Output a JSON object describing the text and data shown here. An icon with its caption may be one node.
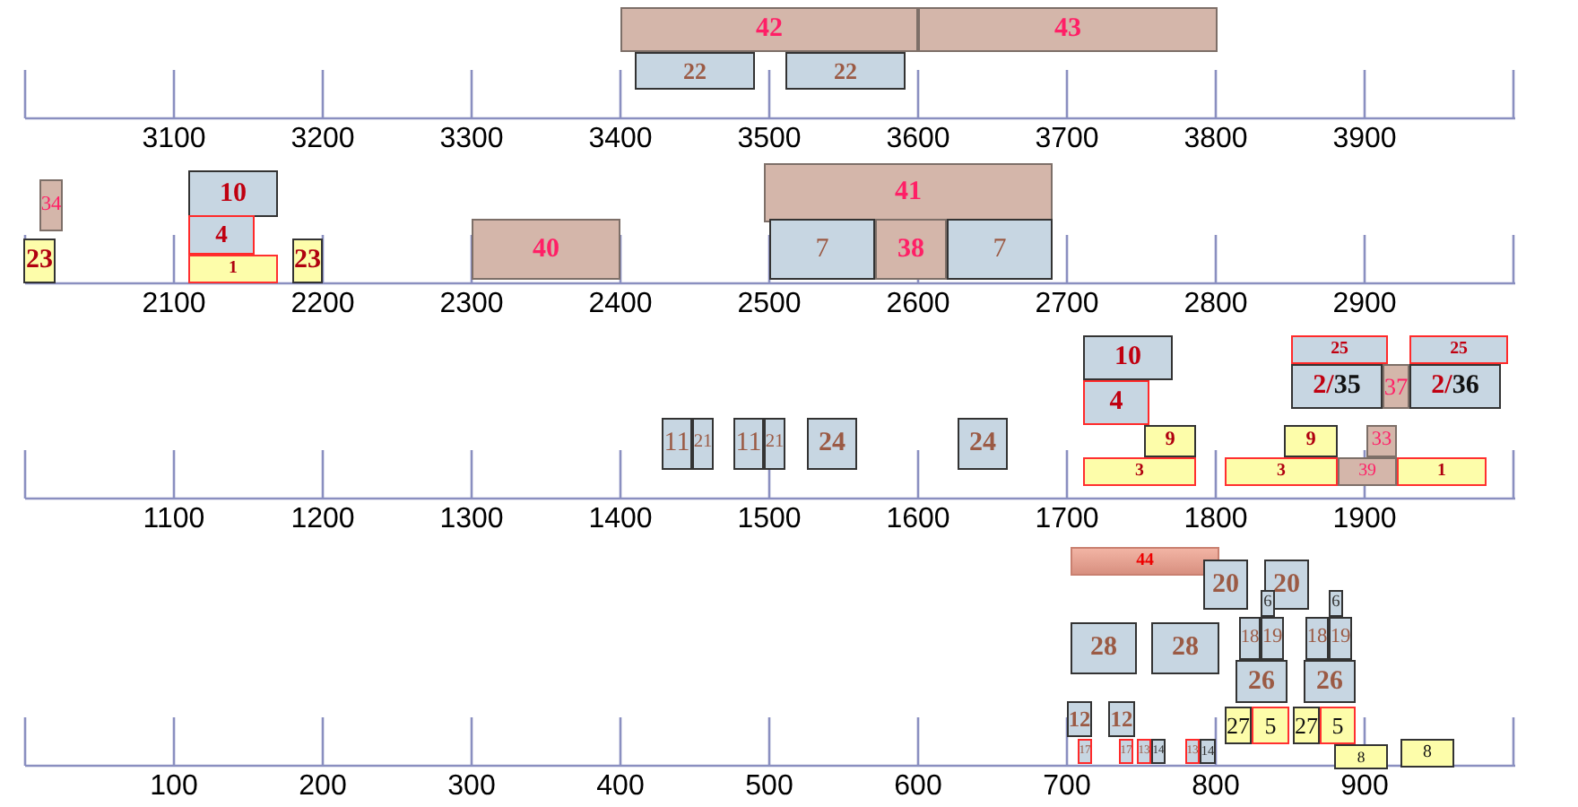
{
  "diagram": {
    "nodes": [
      {
        "text": [
          "42"
        ]
      },
      {
        "text": [
          "43"
        ]
      },
      {
        "text": [
          "22"
        ]
      },
      {
        "text": [
          "22"
        ]
      },
      {
        "text": [
          "34"
        ]
      },
      {
        "text": [
          "23"
        ]
      },
      {
        "text": [
          "10"
        ]
      },
      {
        "text": [
          "4"
        ]
      },
      {
        "text": [
          "1"
        ]
      },
      {
        "text": [
          "23"
        ]
      },
      {
        "text": [
          "40"
        ]
      },
      {
        "text": [
          "41"
        ]
      },
      {
        "text": [
          "7"
        ]
      },
      {
        "text": [
          "38"
        ]
      },
      {
        "text": [
          "7"
        ]
      },
      {
        "text": [
          "10"
        ]
      },
      {
        "text": [
          "25"
        ]
      },
      {
        "text": [
          "25"
        ]
      },
      {
        "text": [
          "2/35"
        ]
      },
      {
        "text": [
          "37"
        ]
      },
      {
        "text": [
          "2/36"
        ]
      },
      {
        "text": [
          "4"
        ]
      },
      {
        "text": [
          "11"
        ]
      },
      {
        "text": [
          "21"
        ]
      },
      {
        "text": [
          "11"
        ]
      },
      {
        "text": [
          "21"
        ]
      },
      {
        "text": [
          "24"
        ]
      },
      {
        "text": [
          "24"
        ]
      },
      {
        "text": [
          "9"
        ]
      },
      {
        "text": [
          "9"
        ]
      },
      {
        "text": [
          "33"
        ]
      },
      {
        "text": [
          "3"
        ]
      },
      {
        "text": [
          "3"
        ]
      },
      {
        "text": [
          "39"
        ]
      },
      {
        "text": [
          "1"
        ]
      },
      {
        "text": [
          "44"
        ]
      },
      {
        "text": [
          "20"
        ]
      },
      {
        "text": [
          "20"
        ]
      },
      {
        "text": [
          "6"
        ]
      },
      {
        "text": [
          "6"
        ]
      },
      {
        "text": [
          "28"
        ]
      },
      {
        "text": [
          "28"
        ]
      },
      {
        "text": [
          "18"
        ]
      },
      {
        "text": [
          "19"
        ]
      },
      {
        "text": [
          "18"
        ]
      },
      {
        "text": [
          "19"
        ]
      },
      {
        "text": [
          "26"
        ]
      },
      {
        "text": [
          "26"
        ]
      },
      {
        "text": [
          "12"
        ]
      },
      {
        "text": [
          "12"
        ]
      },
      {
        "text": [
          "27"
        ]
      },
      {
        "text": [
          "5"
        ]
      },
      {
        "text": [
          "27"
        ]
      },
      {
        "text": [
          "5"
        ]
      },
      {
        "text": [
          "17"
        ]
      },
      {
        "text": [
          "17"
        ]
      },
      {
        "text": [
          "13"
        ]
      },
      {
        "text": [
          "14"
        ]
      },
      {
        "text": [
          "13"
        ]
      },
      {
        "text": [
          "14"
        ]
      },
      {
        "text": [
          "8"
        ]
      },
      {
        "text": [
          "8"
        ]
      }
    ],
    "labels": [
      "3100",
      "3200",
      "3300",
      "3400",
      "3500",
      "3600",
      "3700",
      "3800",
      "3900",
      "2100",
      "2200",
      "2300",
      "2400",
      "2500",
      "2600",
      "2700",
      "2800",
      "2900",
      "1100",
      "1200",
      "1300",
      "1400",
      "1500",
      "1600",
      "1700",
      "1800",
      "1900",
      "100",
      "200",
      "300",
      "400",
      "500",
      "600",
      "700",
      "800",
      "900"
    ]
  }
}
